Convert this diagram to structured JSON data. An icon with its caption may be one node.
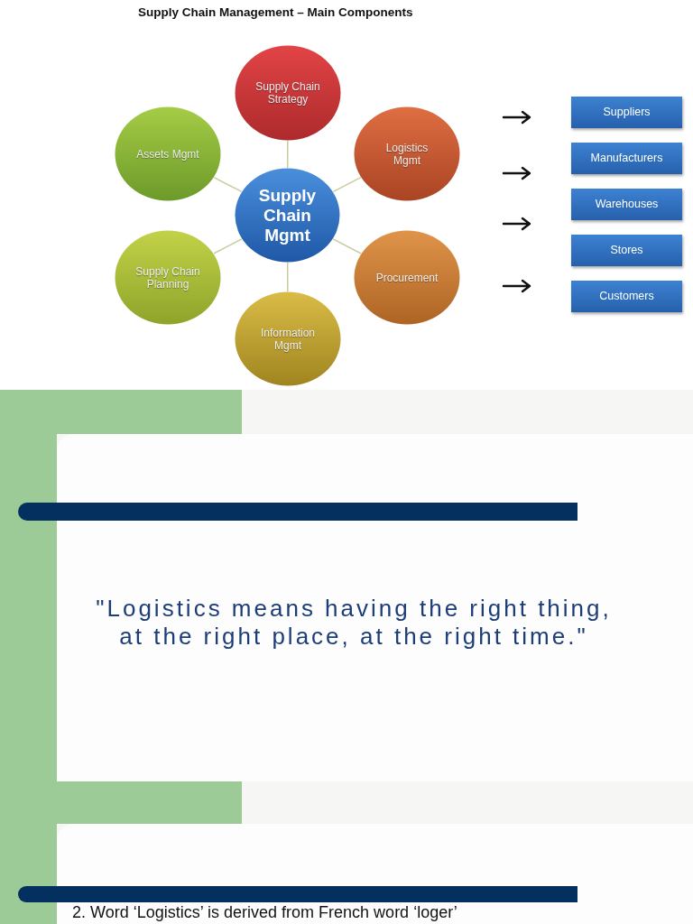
{
  "diagram": {
    "title": "Supply Chain Management – Main Components",
    "nodes": [
      {
        "text": [
          "Supply Chain Strategy"
        ]
      },
      {
        "text": [
          "Assets Mgmt"
        ]
      },
      {
        "text": [
          "Logistics Mgmt"
        ]
      },
      {
        "text": [
          "Supply Chain Mgmt"
        ]
      },
      {
        "text": [
          "Supply Chain Planning"
        ]
      },
      {
        "text": [
          "Procurement"
        ]
      },
      {
        "text": [
          "Information Mgmt"
        ]
      },
      {
        "text": [
          "Suppliers"
        ]
      },
      {
        "text": [
          "Manufacturers"
        ]
      },
      {
        "text": [
          "Warehouses"
        ]
      },
      {
        "text": [
          "Stores"
        ]
      },
      {
        "text": [
          "Customers"
        ]
      }
    ],
    "edges": [
      {
        "from": 3,
        "to": 0,
        "arrow": "none"
      },
      {
        "from": 3,
        "to": 1,
        "arrow": "none"
      },
      {
        "from": 3,
        "to": 2,
        "arrow": "none"
      },
      {
        "from": 3,
        "to": 4,
        "arrow": "none"
      },
      {
        "from": 3,
        "to": 5,
        "arrow": "none"
      },
      {
        "from": 3,
        "to": 6,
        "arrow": "none"
      }
    ],
    "labels": [
      "\"Logistics means having the right thing, at the right place, at the right time.\"",
      "2. Word ‘Logistics’ is derived from French word ‘loger’"
    ]
  }
}
